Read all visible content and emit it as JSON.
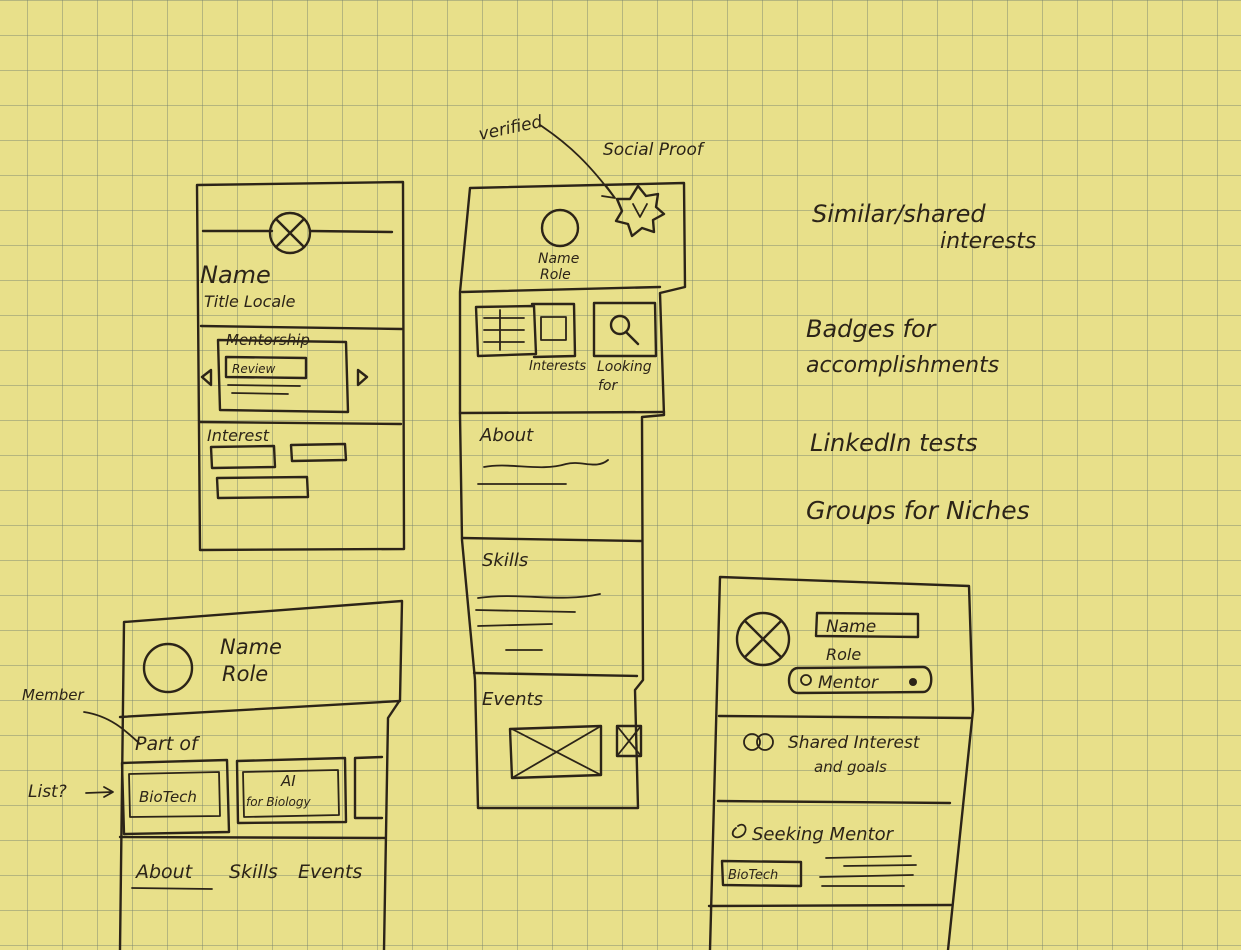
{
  "notes": {
    "social_proof": "Social Proof",
    "verified": "verified",
    "similar_line1": "Similar/shared",
    "similar_line2": "interests",
    "badges_line1": "Badges for",
    "badges_line2": "accomplishments",
    "linkedin": "LinkedIn tests",
    "groups": "Groups for Niches",
    "member": "Member",
    "list": "List?"
  },
  "sketch1": {
    "name": "Name",
    "title_locale": "Title Locale",
    "mentorship": "Mentorship",
    "card_title": "Review",
    "interest": "Interest"
  },
  "sketch2": {
    "name": "Name",
    "role": "Role",
    "interests": "Interests",
    "looking_for_1": "Looking",
    "looking_for_2": "for",
    "about": "About",
    "skills": "Skills",
    "events": "Events"
  },
  "sketch3": {
    "name": "Name",
    "role": "Role",
    "part_of": "Part of",
    "group1": "BioTech",
    "group2_line1": "AI",
    "group2_line2": "for Biology",
    "tabs": [
      "About",
      "Skills",
      "Events"
    ]
  },
  "sketch4": {
    "name": "Name",
    "role": "Role",
    "mentor_badge": "Mentor",
    "shared_line1": "Shared Interest",
    "shared_line2": "and goals",
    "seeking": "Seeking Mentor",
    "tag": "BioTech"
  }
}
